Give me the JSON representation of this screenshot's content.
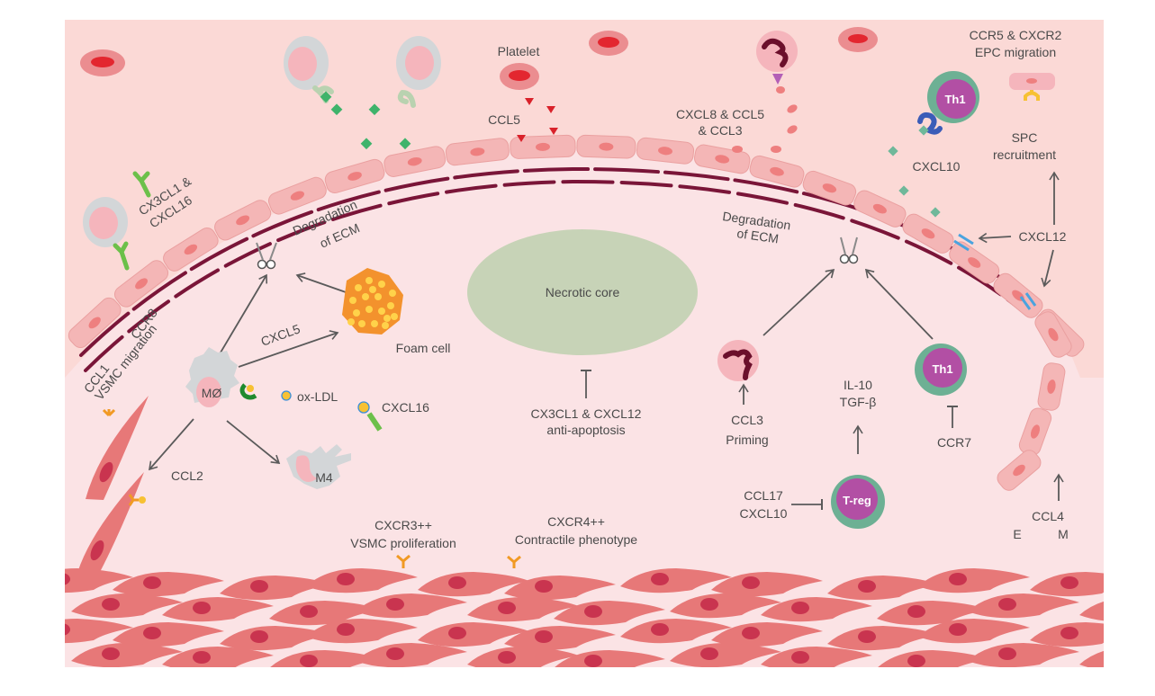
{
  "diagram": {
    "colors": {
      "lumen_bg": "#fbd9d6",
      "intima_bg": "#fbe3e5",
      "endothelial_cell": "#f4b6b6",
      "endothelial_nucleus": "#ee7f7f",
      "elastic_lamina": "#7a1538",
      "smooth_muscle": "#e77878",
      "smooth_muscle_nucleus": "#c9344f",
      "necrotic_core": "#c7d3b7",
      "red_blood_cell": "#eb8d90",
      "rbc_center": "#e3262f",
      "monocyte_shell": "#d3d6d8",
      "monocyte_body": "#f5b5bc",
      "chemokine_green": "#3fb36b",
      "cxcl10_teal": "#6fb89a",
      "platelet_ccl5": "#d9212a",
      "th1_outer": "#6db094",
      "th1_inner": "#b24fa4",
      "foam_cell": "#f3922d",
      "foam_droplet": "#ffd24a",
      "receptor_orange": "#f19a24",
      "receptor_yellow": "#f7c133",
      "blue_receptor": "#3b5cb8",
      "junction_blue": "#4aa3df",
      "arrow": "#5a5a5a",
      "text": "#4a4a4a"
    },
    "labels": {
      "platelet": "Platelet",
      "ccl5": "CCL5",
      "cxcl8_line1": "CXCL8 & CCL5",
      "cxcl8_line2": "& CCL3",
      "ccr5_line1": "CCR5 & CXCR2",
      "ccr5_line2": "EPC migration",
      "th1": "Th1",
      "cxcl10_top": "CXCL10",
      "spc_line1": "SPC",
      "spc_line2": "recruitment",
      "cxcl12_right": "CXCL12",
      "cx3cl1_line1": "CX3CL1 &",
      "cx3cl1_line2": "CXCL16",
      "degradation_left_line1": "Degradation",
      "degradation_left_line2": "of ECM",
      "degradation_right_line1": "Degradation",
      "degradation_right_line2": "of ECM",
      "necrotic_core": "Necrotic core",
      "anti_apoptosis_line1": "CX3CL1 & CXCL12",
      "anti_apoptosis_line2": "anti-apoptosis",
      "ccr8": "CCR8",
      "ccl1_line1": "CCL1",
      "ccl1_line2": "VSMC migration",
      "cxcl5": "CXCL5",
      "foam_cell": "Foam cell",
      "macrophage": "MØ",
      "ox_ldl": "ox-LDL",
      "cxcl16": "CXCL16",
      "ccl2": "CCL2",
      "m4": "M4",
      "cxcr3_line1": "CXCR3++",
      "cxcr3_line2": "VSMC proliferation",
      "cxcr4_line1": "CXCR4++",
      "cxcr4_line2": "Contractile phenotype",
      "ccl3_line1": "CCL3",
      "ccl3_line2": "Priming",
      "il10": "IL-10",
      "tgfb": "TGF-β",
      "ccr7": "CCR7",
      "ccl17": "CCL17",
      "cxcl10_bottom": "CXCL10",
      "treg": "T-reg",
      "ccl4": "CCL4",
      "e_label": "E",
      "m_label": "M"
    }
  }
}
